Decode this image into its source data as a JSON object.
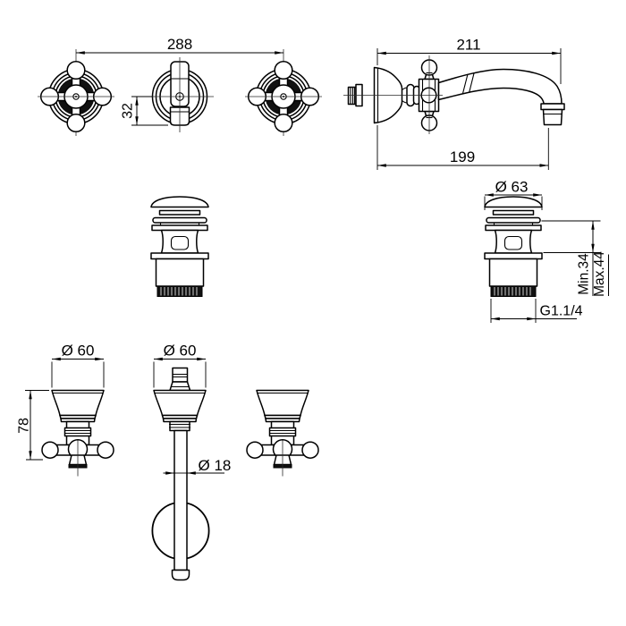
{
  "views": {
    "plan": {
      "width": "288",
      "spout_offset": "32"
    },
    "side": {
      "total_depth": "211",
      "spout_reach": "199"
    },
    "drain": {
      "cap_diameter": "Ø 63",
      "min_height": "Min.34",
      "max_height": "Max.44",
      "thread": "G1.1/4"
    },
    "front": {
      "left_handle_diameter": "Ø 60",
      "spout_diameter": "Ø 60",
      "handle_height": "78",
      "tube_diameter": "Ø 18"
    }
  },
  "colors": {
    "line": "#000000",
    "background": "#ffffff"
  }
}
